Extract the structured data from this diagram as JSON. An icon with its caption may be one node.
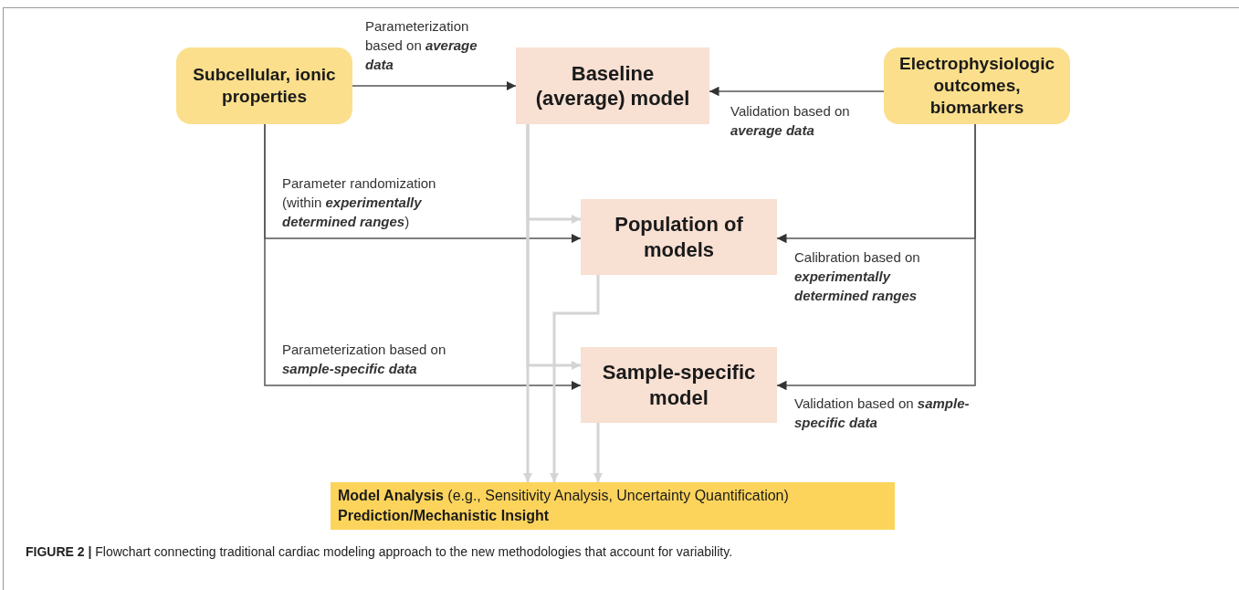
{
  "diagram": {
    "caption": "**FIGURE 2 |** Flowchart connecting traditional cardiac modeling approach to the new methodologies that account for variability.",
    "nodes": [
      {
        "text": [
          "Subcellular, ionic properties"
        ]
      },
      {
        "text": [
          "Baseline (average) model"
        ]
      },
      {
        "text": [
          "Electrophysiologic outcomes, biomarkers"
        ]
      },
      {
        "text": [
          "Population of models"
        ]
      },
      {
        "text": [
          "Sample-specific model"
        ]
      },
      {
        "text": [
          "**Model Analysis** (e.g., Sensitivity Analysis, Uncertainty Quantification)",
          "Prediction/Mechanistic Insight"
        ]
      }
    ],
    "edges": [
      {
        "from": 0,
        "to": 1,
        "arrow": "to",
        "label": "Parameterization based on **average data**"
      },
      {
        "from": 2,
        "to": 1,
        "arrow": "to",
        "label": "Validation based on **average data**"
      },
      {
        "from": 0,
        "to": 3,
        "arrow": "to",
        "label": "Parameter randomization (within **experimentally determined ranges**)"
      },
      {
        "from": 2,
        "to": 3,
        "arrow": "to",
        "label": "Calibration based on **experimentally determined ranges**"
      },
      {
        "from": 0,
        "to": 4,
        "arrow": "to",
        "label": "Parameterization based on **sample-specific data**"
      },
      {
        "from": 2,
        "to": 4,
        "arrow": "to",
        "label": "Validation based on **sample-specific data**"
      },
      {
        "from": 1,
        "to": 5,
        "arrow": "to",
        "color": "#d4d4d4"
      },
      {
        "from": 1,
        "to": 3,
        "arrow": "to",
        "color": "#d4d4d4"
      },
      {
        "from": 1,
        "to": 4,
        "arrow": "to",
        "color": "#d4d4d4"
      },
      {
        "from": 3,
        "to": 5,
        "arrow": "to",
        "color": "#d4d4d4"
      },
      {
        "from": 4,
        "to": 5,
        "arrow": "to",
        "color": "#d4d4d4"
      }
    ]
  }
}
